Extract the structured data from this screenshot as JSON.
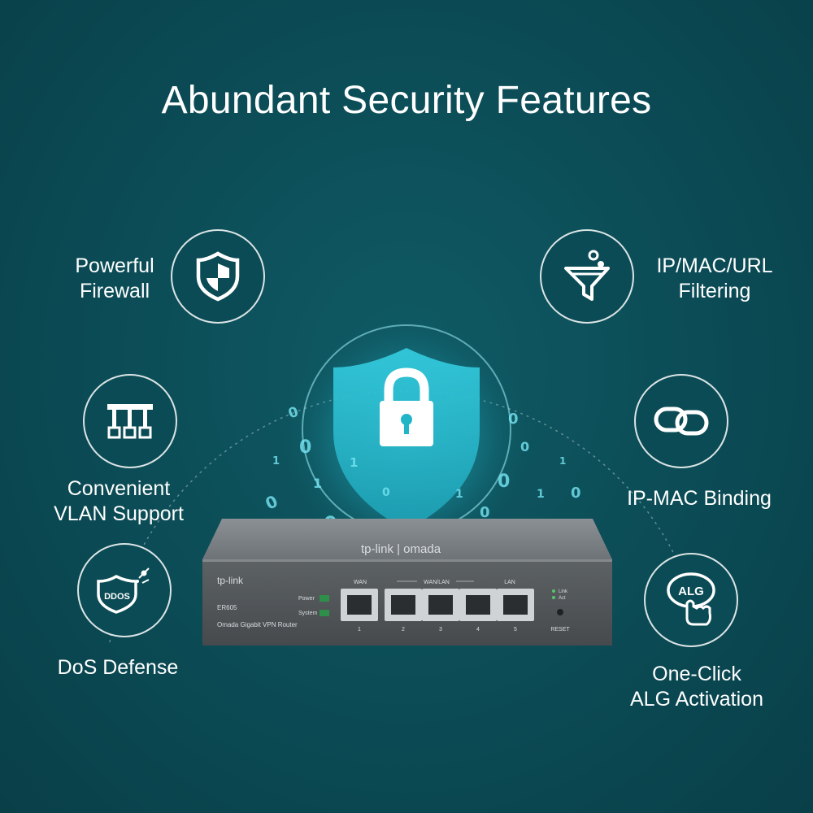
{
  "page": {
    "title": "Abundant Security Features"
  },
  "features": [
    {
      "id": "firewall",
      "icon": "shield-icon",
      "lines": [
        "Powerful",
        "Firewall"
      ]
    },
    {
      "id": "filtering",
      "icon": "filter-icon",
      "lines": [
        "IP/MAC/URL",
        "Filtering"
      ]
    },
    {
      "id": "vlan",
      "icon": "vlan-network-icon",
      "lines": [
        "Convenient",
        "VLAN Support"
      ]
    },
    {
      "id": "binding",
      "icon": "chain-link-icon",
      "lines": [
        "IP-MAC Binding"
      ]
    },
    {
      "id": "dos",
      "icon": "ddos-icon",
      "lines": [
        "DoS Defense"
      ],
      "icon_text": "DDOS"
    },
    {
      "id": "alg",
      "icon": "alg-click-icon",
      "lines": [
        "One-Click",
        "ALG Activation"
      ],
      "icon_text": "ALG"
    }
  ],
  "router": {
    "brand": "tp-link",
    "top_brand": "tp-link | omada",
    "model": "ER605",
    "description": "Omada Gigabit VPN Router",
    "led_labels": [
      "Power",
      "System"
    ],
    "port_group_labels": [
      "WAN",
      "WAN/LAN",
      "LAN"
    ],
    "port_numbers": [
      "1",
      "2",
      "3",
      "4",
      "5"
    ],
    "status_labels": [
      "Link",
      "Act"
    ],
    "reset_label": "RESET"
  },
  "colors": {
    "background": "#0b4b55",
    "accent_cyan": "#22c3d6",
    "text": "#ffffff",
    "router_body": "#5a5f63"
  }
}
